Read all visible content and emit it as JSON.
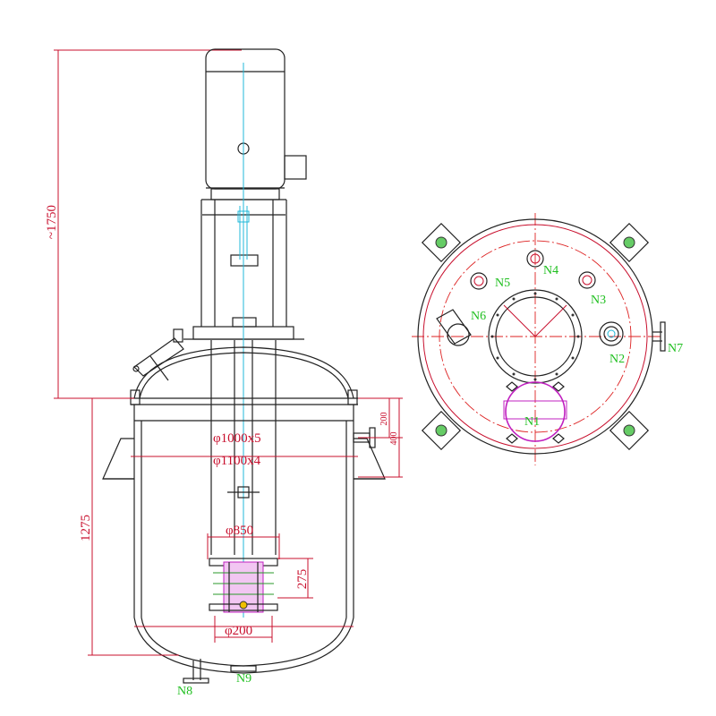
{
  "dimensions": {
    "overall_height": "~1750",
    "vessel_height": "1275",
    "inner_diameter": "φ1000x5",
    "jacket_diameter": "φ1100x4",
    "agitator_span": "φ850",
    "agitator_height": "275",
    "bottom_diameter": "φ200",
    "nozzle_offset_a": "200",
    "nozzle_offset_b": "400"
  },
  "nozzles": {
    "n1": "N1",
    "n2": "N2",
    "n3": "N3",
    "n4": "N4",
    "n5": "N5",
    "n6": "N6",
    "n7": "N7",
    "n8": "N8",
    "n9": "N9"
  },
  "colors": {
    "dimension": "#c8102e",
    "nozzle_label": "#1fbf1f",
    "centerline": "#d22222",
    "outline": "#222222",
    "shaft": "#20b8d8",
    "sight_glass": "#c020c0"
  }
}
